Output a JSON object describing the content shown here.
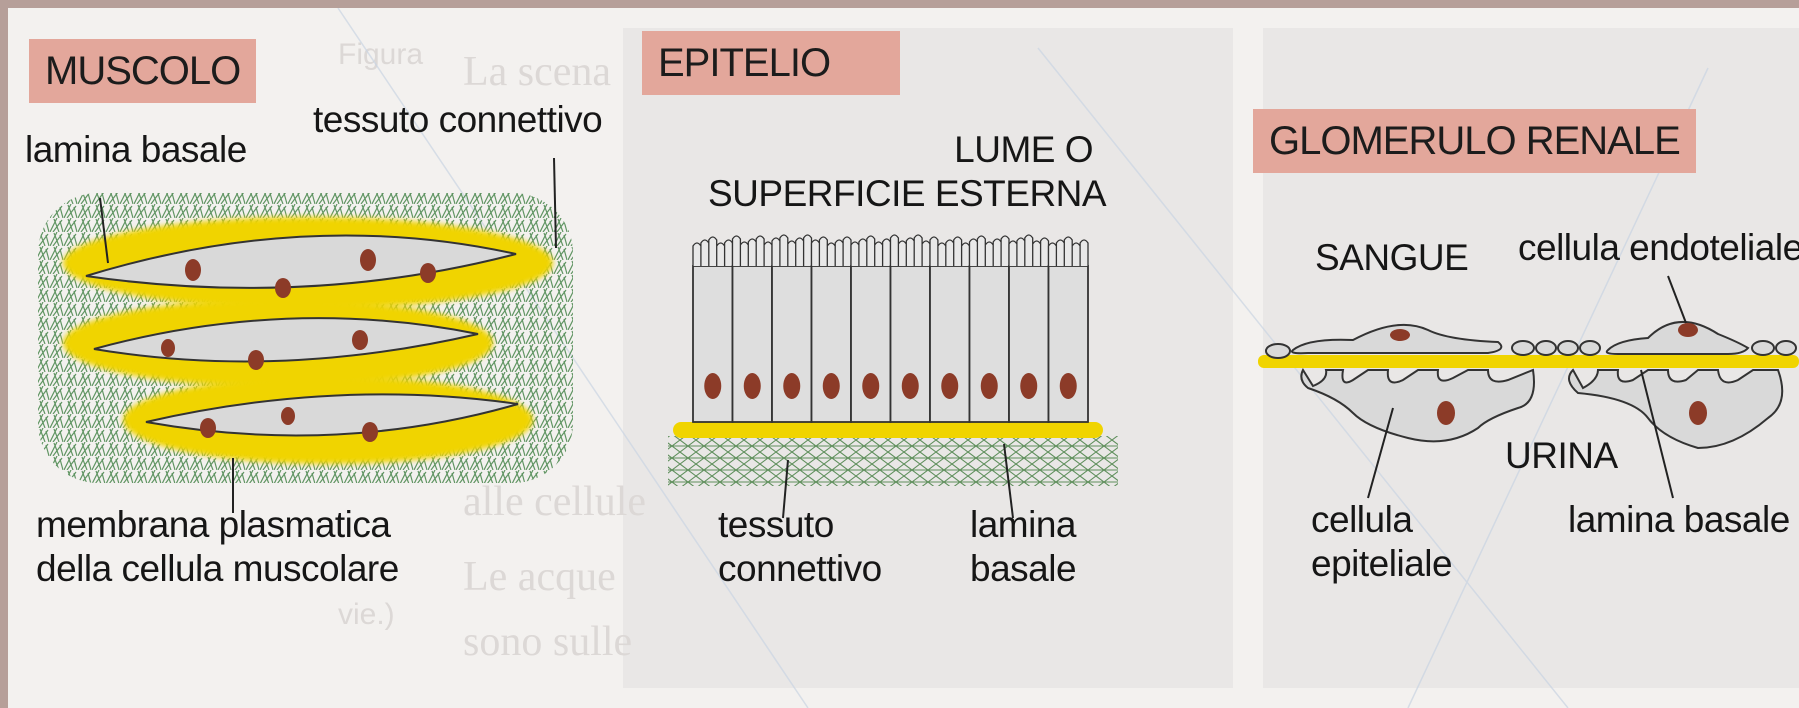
{
  "muscolo": {
    "title": "MUSCOLO",
    "label_lamina_basale": "lamina basale",
    "label_tessuto_connettivo": "tessuto connettivo",
    "label_membrana_line1": "membrana plasmatica",
    "label_membrana_line2": "della cellula muscolare"
  },
  "epitelio": {
    "title": "EPITELIO",
    "label_lume_line1": "LUME O",
    "label_lume_line2": "SUPERFICIE ESTERNA",
    "label_tessuto_line1": "tessuto",
    "label_tessuto_line2": "connettivo",
    "label_lamina_line1": "lamina",
    "label_lamina_line2": "basale"
  },
  "glomerulo": {
    "title": "GLOMERULO RENALE",
    "label_sangue": "SANGUE",
    "label_cellula_endoteliale": "cellula endoteliale",
    "label_urina": "URINA",
    "label_cellula_ep_line1": "cellula",
    "label_cellula_ep_line2": "epiteliale",
    "label_lamina_basale": "lamina basale"
  },
  "colors": {
    "title_bg": "#e3a79b",
    "lamina_yellow": "#f0d400",
    "connective_green": "#4f8a52",
    "cell_gray": "#d9d9d9",
    "nucleus": "#8c3b28"
  }
}
